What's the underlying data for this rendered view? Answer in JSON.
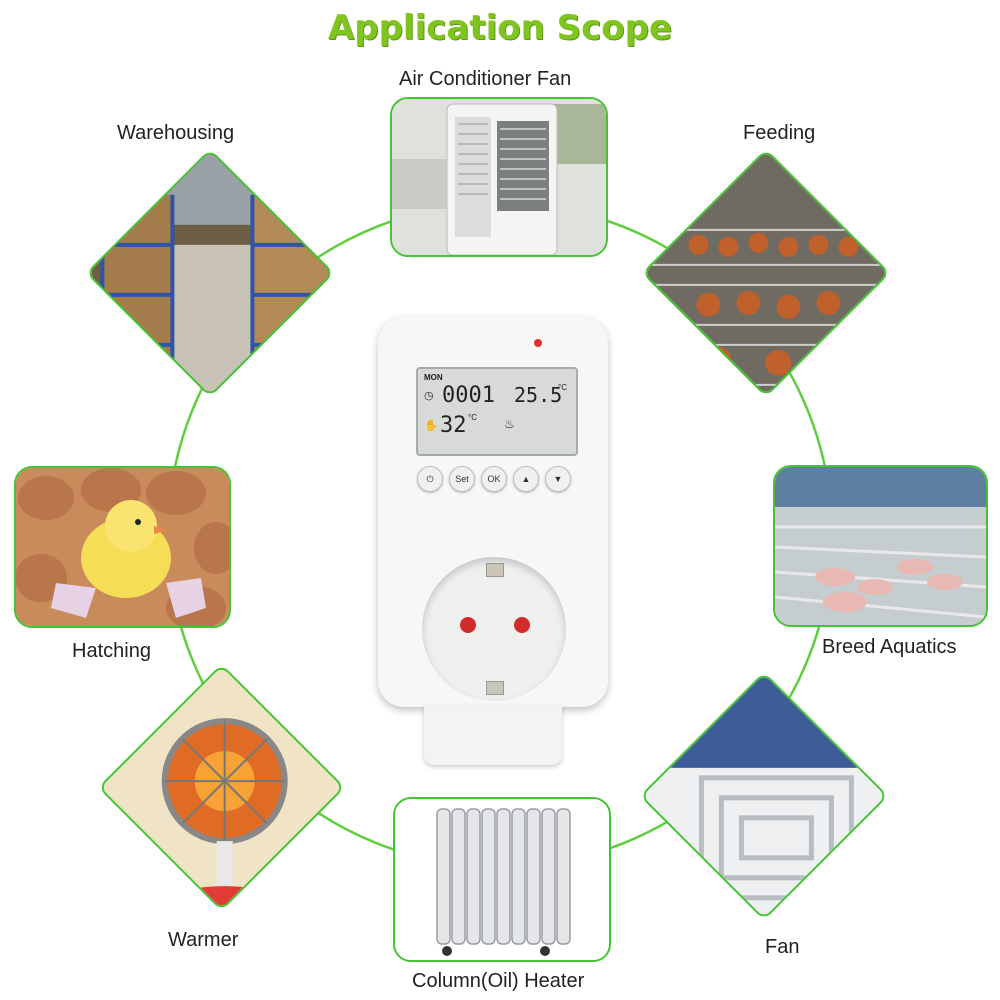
{
  "title": "Application Scope",
  "colors": {
    "title": "#7fc41f",
    "frame": "#43c431",
    "circle": "#5ecf3c"
  },
  "items": [
    {
      "label": "Air Conditioner Fan"
    },
    {
      "label": "Warehousing"
    },
    {
      "label": "Feeding"
    },
    {
      "label": "Hatching"
    },
    {
      "label": "Breed Aquatics"
    },
    {
      "label": "Warmer"
    },
    {
      "label": "Fan"
    },
    {
      "label": "Column(Oil) Heater"
    }
  ],
  "device": {
    "display": {
      "day": "MON",
      "clock": "0001",
      "temperature": "25.5",
      "temperature_unit": "°C",
      "set_temp": "32",
      "set_unit": "°C"
    },
    "buttons": [
      {
        "icon": "power-icon",
        "label": ""
      },
      {
        "icon": "",
        "label": "Set"
      },
      {
        "icon": "",
        "label": "OK"
      },
      {
        "icon": "up-arrow-icon",
        "label": "▲"
      },
      {
        "icon": "down-arrow-icon",
        "label": "▼"
      }
    ]
  }
}
